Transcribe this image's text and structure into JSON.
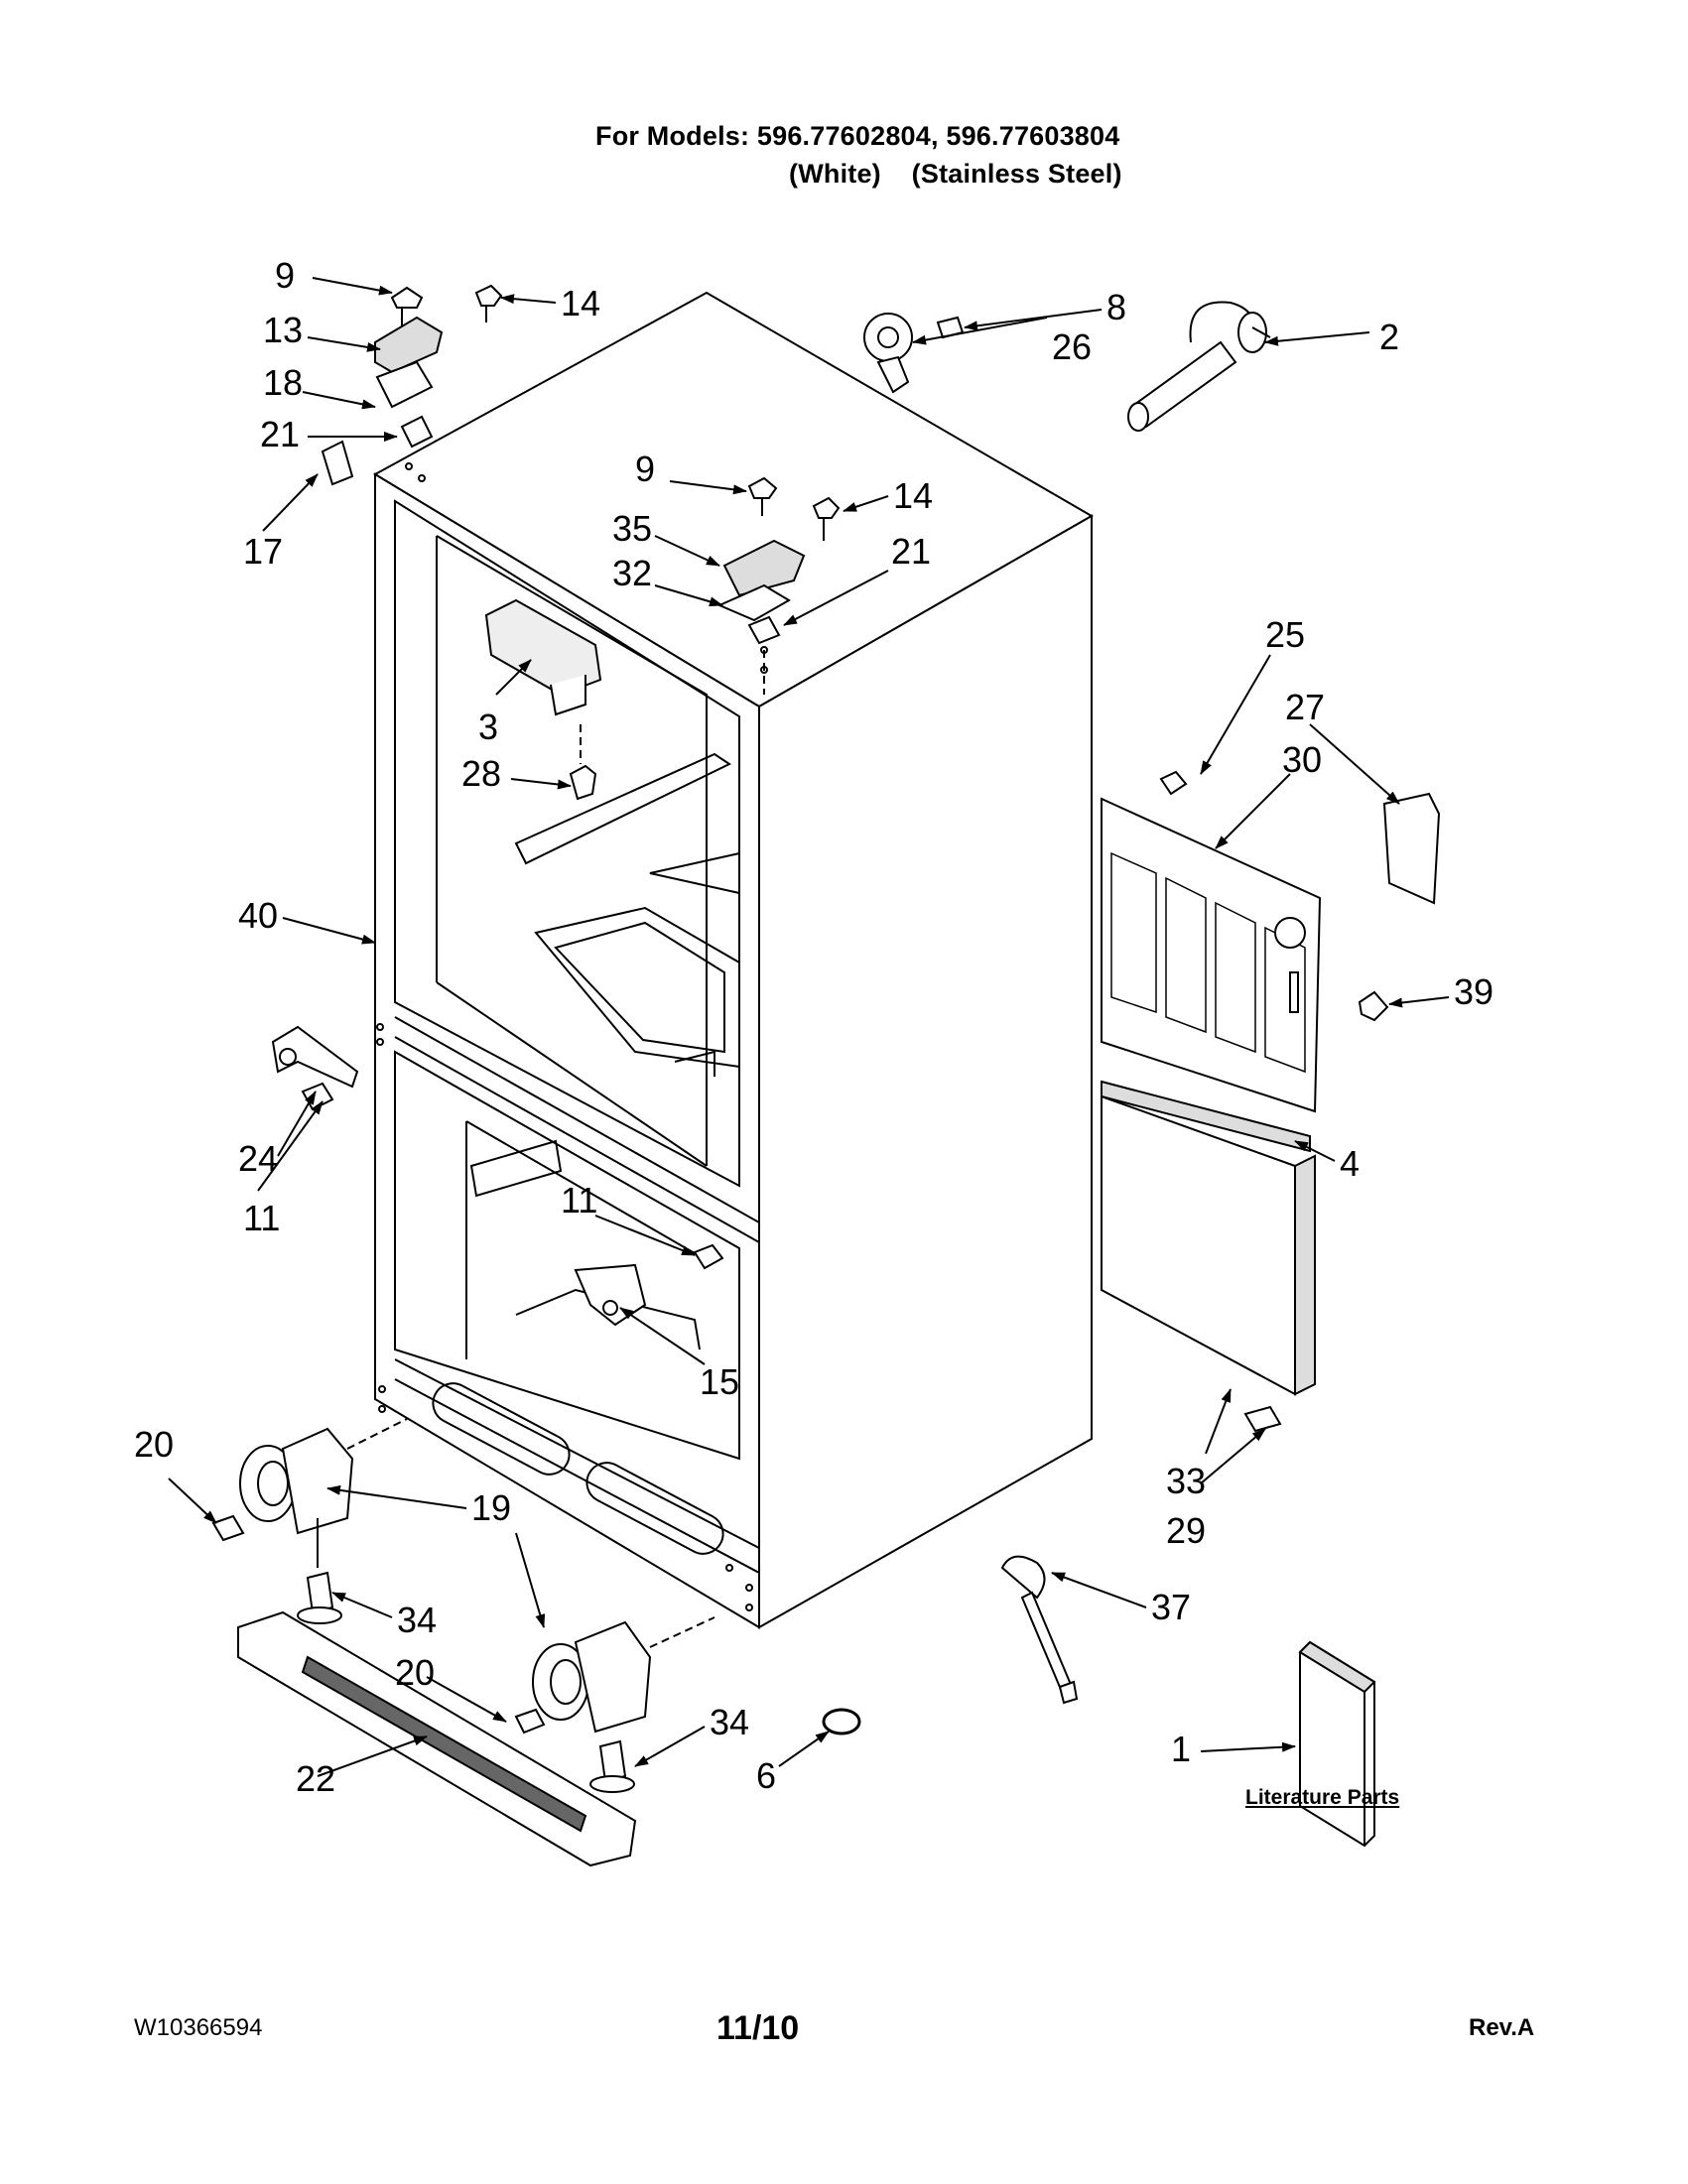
{
  "header": {
    "models_line": "For Models: 596.77602804, 596.77603804",
    "finish_line": "(White)    (Stainless Steel)"
  },
  "callouts": {
    "c1": "1",
    "c2": "2",
    "c3": "3",
    "c4": "4",
    "c6": "6",
    "c8": "8",
    "c9a": "9",
    "c9b": "9",
    "c11a": "11",
    "c11b": "11",
    "c13": "13",
    "c14a": "14",
    "c14b": "14",
    "c15": "15",
    "c17": "17",
    "c18": "18",
    "c19": "19",
    "c20a": "20",
    "c20b": "20",
    "c21a": "21",
    "c21b": "21",
    "c22": "22",
    "c24": "24",
    "c25": "25",
    "c26": "26",
    "c27": "27",
    "c28": "28",
    "c29": "29",
    "c30": "30",
    "c32": "32",
    "c33": "33",
    "c34a": "34",
    "c34b": "34",
    "c35": "35",
    "c37": "37",
    "c39": "39",
    "c40": "40"
  },
  "literature_label": "Literature Parts",
  "footer": {
    "doc_number": "W10366594",
    "date": "11/10",
    "revision": "Rev.A"
  }
}
